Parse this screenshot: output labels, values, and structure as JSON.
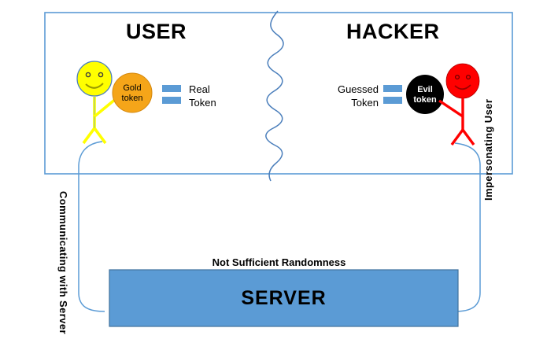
{
  "diagram": {
    "title_user": "USER",
    "title_hacker": "HACKER",
    "user": {
      "figure_name": "user-stick-figure",
      "figure_color": "#FFFF00",
      "token_label_line1": "Gold",
      "token_label_line2": "token",
      "token_color": "#F5A519",
      "legend_line1": "Real",
      "legend_line2": "Token",
      "legend_bar_color": "#5B9BD5"
    },
    "hacker": {
      "figure_name": "hacker-stick-figure",
      "figure_color": "#FF0000",
      "token_label_line1": "Evil",
      "token_label_line2": "token",
      "token_color": "#000000",
      "legend_line1": "Guessed",
      "legend_line2": "Token",
      "legend_bar_color": "#5B9BD5"
    },
    "divider_name": "wavy-separator",
    "left_connector_label": "Communicating with Server",
    "right_connector_label": "Impersonating User",
    "server": {
      "caption": "Not Sufficient Randomness",
      "label": "SERVER",
      "fill_color": "#5B9BD5",
      "stroke_color": "#41719C"
    },
    "frame_color": "#5B9BD5"
  }
}
